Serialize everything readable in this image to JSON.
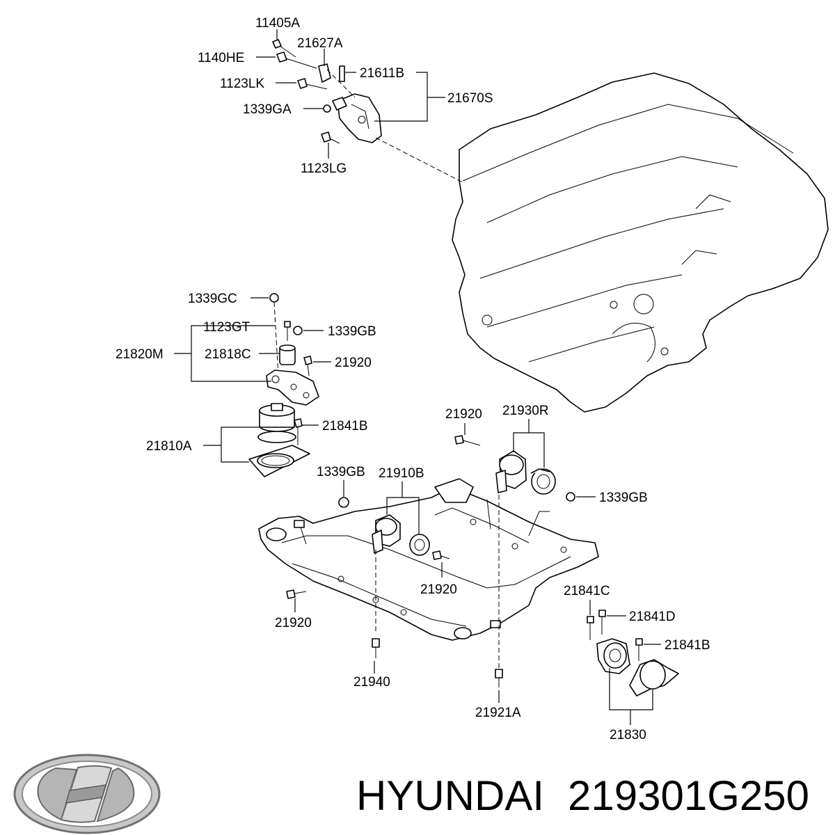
{
  "brand": {
    "name": "HYUNDAI",
    "part_number": "219301G250"
  },
  "labels": {
    "p11405A": "11405A",
    "p21627A": "21627A",
    "p1140HE": "1140HE",
    "p21611B": "21611B",
    "p1123LK": "1123LK",
    "p21670S": "21670S",
    "p1339GA": "1339GA",
    "p1123LG": "1123LG",
    "p1339GC": "1339GC",
    "p1123GT": "1123GT",
    "p1339GB_a": "1339GB",
    "p21820M": "21820M",
    "p21818C": "21818C",
    "p21920_a": "21920",
    "p21841B_a": "21841B",
    "p21810A": "21810A",
    "p21920_b": "21920",
    "p21930R": "21930R",
    "p1339GB_b": "1339GB",
    "p1339GB_c": "1339GB",
    "p21910B": "21910B",
    "p21920_c": "21920",
    "p21841C": "21841C",
    "p21841D": "21841D",
    "p21920_d": "21920",
    "p21841B_b": "21841B",
    "p21940": "21940",
    "p21921A": "21921A",
    "p21830": "21830"
  }
}
